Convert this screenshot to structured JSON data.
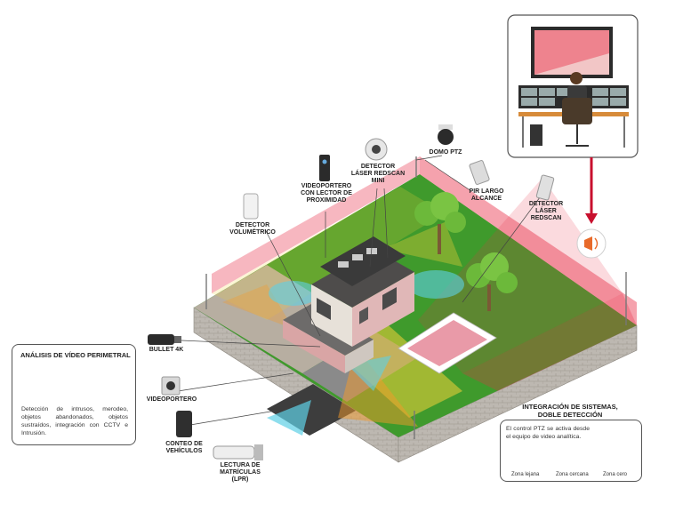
{
  "labels": {
    "videoportero_lector": "VIDEOPORTERO CON LECTOR DE PROXIMIDAD",
    "detector_laser_mini": "DETECTOR LÁSER REDSCAN MINI",
    "domo_ptz": "DOMO PTZ",
    "pir_largo": "PIR LARGO ALCANCE",
    "detector_laser": "DETECTOR LÁSER REDSCAN",
    "detector_volumetrico": "DETECTOR VOLUMÉTRICO",
    "bullet": "BULLET 4K",
    "videoportero": "VIDEOPORTERO",
    "conteo": "CONTEO DE VEHÍCULOS",
    "lectura": "LECTURA DE MATRÍCULAS (LPR)"
  },
  "analisis": {
    "title": "ANÁLISIS DE VÍDEO PERIMETRAL",
    "text": "Detección de intrusos, merodeo, objetos abandonados, objetos sustraídos, integración con CCTV e Intrusión."
  },
  "integracion": {
    "title": "INTEGRACIÓN DE SISTEMAS, DOBLE DETECCIÓN",
    "text": "El control PTZ se activa desde el equipo de video analítica.",
    "zones": [
      "Zona lejana",
      "Zona cercana",
      "Zona cero"
    ]
  },
  "colors": {
    "grass": "#3f9a2c",
    "wall": "#b9b4ad",
    "laser": "#e8304a",
    "cone": "#f2d23a",
    "pool": "#e99aa8",
    "arrow": "#c8102e"
  }
}
